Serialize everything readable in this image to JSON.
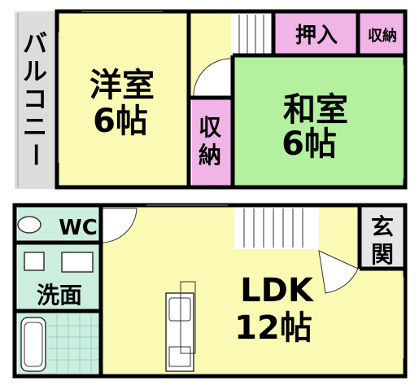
{
  "colors": {
    "western_room": "#fafab4",
    "japanese_room": "#b4f0a0",
    "storage": "#f0b4e6",
    "balcony": "#dcdcdc",
    "sanitary": "#cceedd",
    "entrance": "#e6e6e6",
    "ldk": "#fafab4",
    "wall": "#000000"
  },
  "rooms": {
    "balcony": {
      "chars": [
        "バ",
        "ル",
        "コ",
        "ニ",
        "ー"
      ]
    },
    "western": {
      "name": "洋室",
      "size": "6帖"
    },
    "japanese": {
      "name": "和室",
      "size": "6帖"
    },
    "oshiire": {
      "label": "押入"
    },
    "storage_top_right": {
      "label": "収納"
    },
    "storage_closet": {
      "chars": [
        "収",
        "納"
      ]
    },
    "wc": {
      "label": "WC"
    },
    "washroom": {
      "label": "洗面"
    },
    "entrance": {
      "chars": [
        "玄",
        "関"
      ]
    },
    "ldk": {
      "name": "LDK",
      "size": "12帖"
    }
  }
}
